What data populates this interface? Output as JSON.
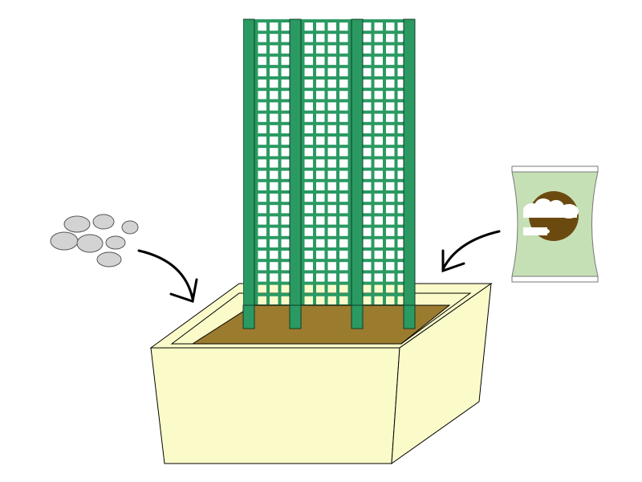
{
  "colors": {
    "background": "#ffffff",
    "outline": "#000000",
    "planter_fill": "#fbfbca",
    "soil_fill": "#9b7b2e",
    "trellis_green": "#2a9a62",
    "trellis_dark": "#1e6f47",
    "pebble_fill": "#d3d3d3",
    "pebble_stroke": "#555555",
    "bag_fill": "#c6e0b6",
    "bag_stroke": "#777777",
    "bag_emblem": "#6b4a10",
    "bag_emblem_highlight": "#ffffff"
  },
  "scene": {
    "objects": [
      "planter-box",
      "soil",
      "trellis",
      "pebbles",
      "soil-bag"
    ],
    "arrows": [
      "arrow-pebbles-to-planter",
      "arrow-bag-to-planter"
    ]
  }
}
